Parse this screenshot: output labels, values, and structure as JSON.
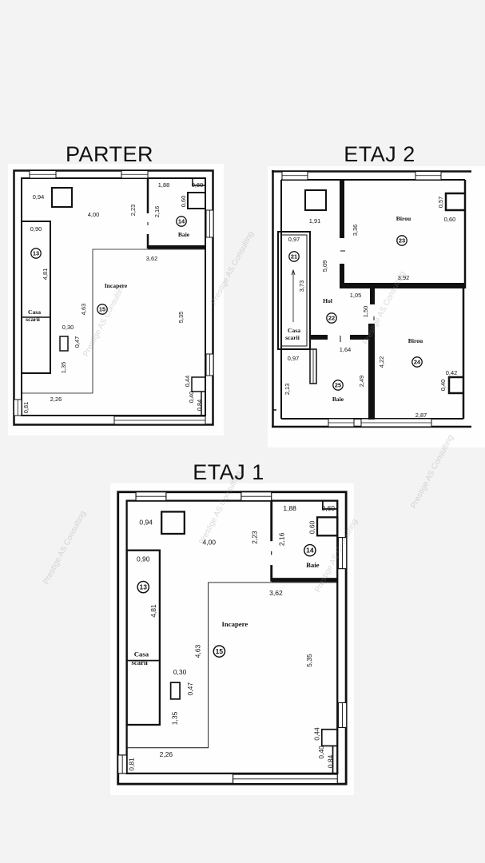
{
  "titles": {
    "parter": "PARTER",
    "etaj2": "ETAJ 2",
    "etaj1": "ETAJ 1"
  },
  "watermark": "Prestige AS Consulting",
  "plans": {
    "parter": {
      "dims": [
        "0,94",
        "4,00",
        "2,23",
        "2,16",
        "1,88",
        "0,60",
        "0,60",
        "3,62",
        "4,63",
        "5,35",
        "0,90",
        "4,81",
        "0,30",
        "0,47",
        "1,35",
        "2,26",
        "0,81",
        "0,44",
        "0,40",
        "0,84"
      ],
      "rooms": [
        "14",
        "15",
        "13"
      ],
      "names": [
        "Baie",
        "Incapere",
        "Casa",
        "scarii"
      ]
    },
    "etaj1": {
      "dims": [
        "0,94",
        "4,00",
        "2,23",
        "2,16",
        "1,88",
        "0,60",
        "0,60",
        "3,62",
        "4,63",
        "5,35",
        "0,90",
        "4,81",
        "0,30",
        "0,47",
        "1,35",
        "2,26",
        "0,81",
        "0,44",
        "0,40",
        "0,84"
      ],
      "rooms": [
        "14",
        "15",
        "13"
      ],
      "names": [
        "Baie",
        "Incapere",
        "Casa",
        "scarii"
      ]
    },
    "etaj2": {
      "dims": [
        "1,91",
        "3,36",
        "0,57",
        "0,60",
        "0,97",
        "3,73",
        "5,09",
        "3,92",
        "1,05",
        "1,50",
        "1,64",
        "4,22",
        "0,42",
        "0,40",
        "0,97",
        "2,13",
        "2,49",
        "2,87"
      ],
      "rooms": [
        "23",
        "21",
        "22",
        "24",
        "25"
      ],
      "names": [
        "Birou",
        "Hol",
        "Casa",
        "scarii",
        "Birou",
        "Baie"
      ]
    }
  }
}
